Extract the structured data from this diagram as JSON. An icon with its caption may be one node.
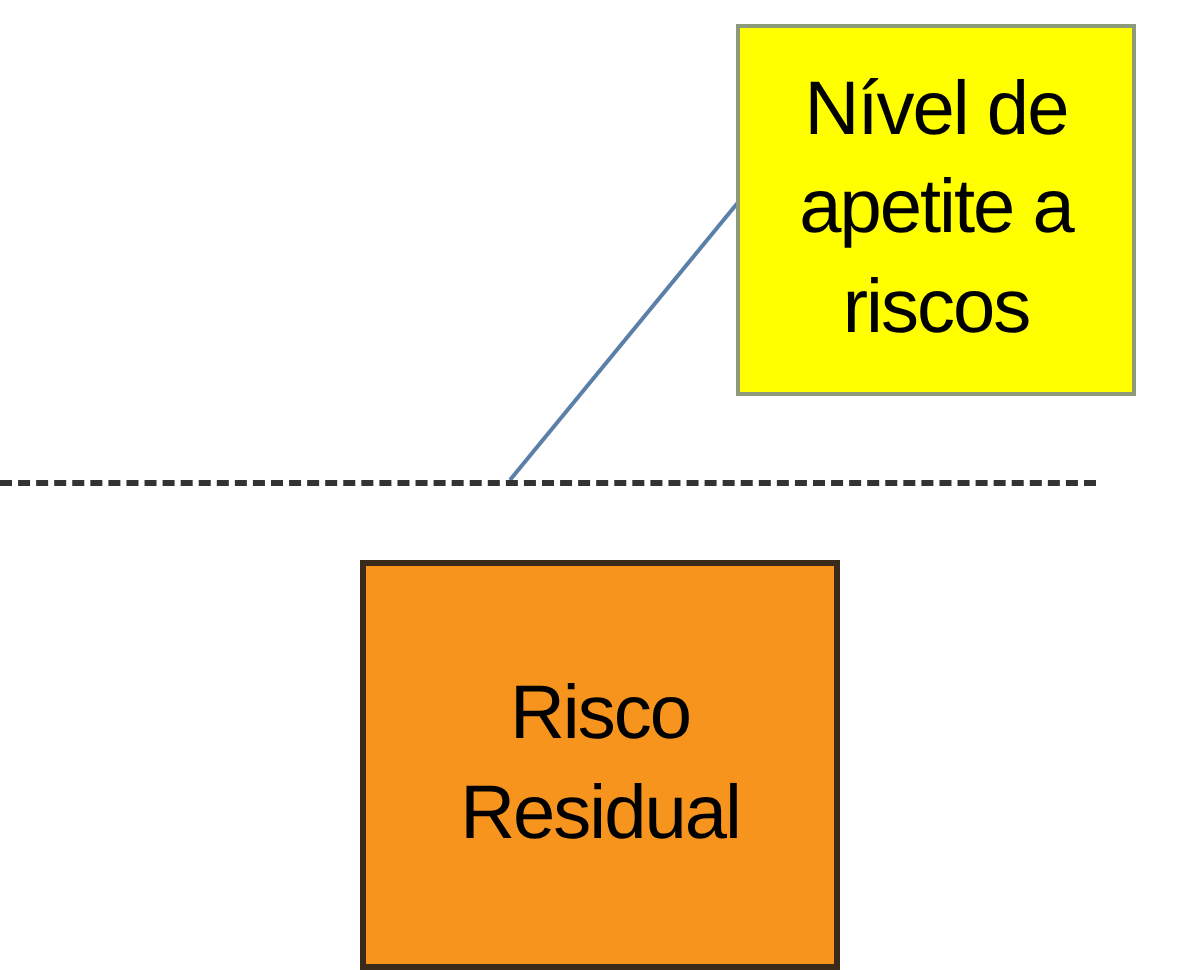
{
  "diagram": {
    "nodes": [
      {
        "text": [
          "Nível de apetite a riscos"
        ]
      },
      {
        "text": [],
        "shape": "line"
      },
      {
        "text": [
          "Risco Residual"
        ]
      }
    ],
    "edges": [
      {
        "from": 0,
        "to": 1,
        "arrow": "none"
      }
    ]
  }
}
